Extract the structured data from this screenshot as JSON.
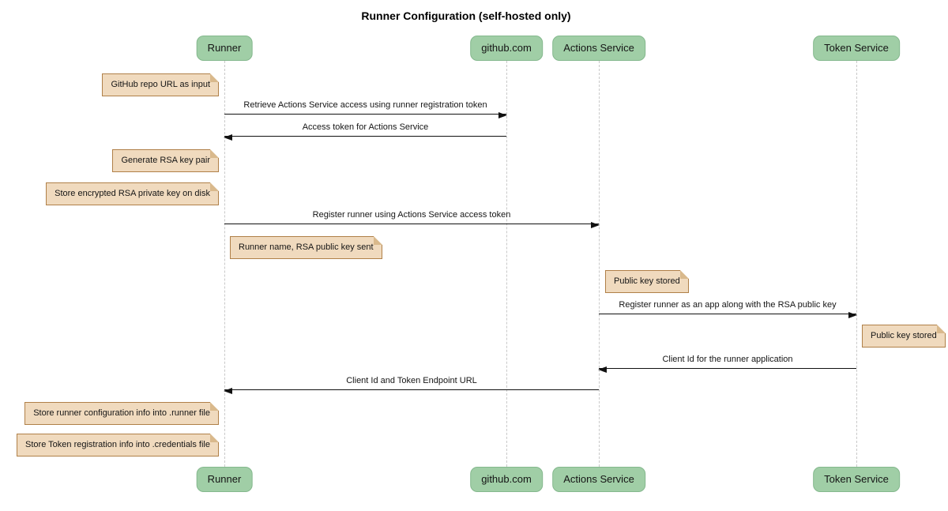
{
  "title": "Runner Configuration (self-hosted only)",
  "colors": {
    "participant_fill": "#A0CEA6",
    "participant_border": "#84B88D",
    "note_fill": "#F0DABE",
    "note_border": "#B08048",
    "note_fold": "#D9B98C",
    "lifeline": "#C9C9C9",
    "ink": "#111111"
  },
  "participants": [
    {
      "label": "Runner"
    },
    {
      "label": "github.com"
    },
    {
      "label": "Actions Service"
    },
    {
      "label": "Token Service"
    }
  ],
  "messages": [
    {
      "text": "Retrieve Actions Service access using runner registration token",
      "from": "Runner",
      "to": "github.com"
    },
    {
      "text": "Access token for Actions Service",
      "from": "github.com",
      "to": "Runner"
    },
    {
      "text": "Register runner using Actions Service access token",
      "from": "Runner",
      "to": "Actions Service"
    },
    {
      "text": "Register runner as an app along with the RSA public key",
      "from": "Actions Service",
      "to": "Token Service"
    },
    {
      "text": "Client Id for the runner application",
      "from": "Token Service",
      "to": "Actions Service"
    },
    {
      "text": "Client Id and Token Endpoint URL",
      "from": "Actions Service",
      "to": "Runner"
    }
  ],
  "notes": [
    {
      "text": "GitHub repo URL as input",
      "anchor": "left-of-runner"
    },
    {
      "text": "Generate RSA key pair",
      "anchor": "left-of-runner"
    },
    {
      "text": "Store encrypted RSA private key on disk",
      "anchor": "left-of-runner"
    },
    {
      "text": "Runner name, RSA public key sent",
      "anchor": "right-of-runner"
    },
    {
      "text": "Public key stored",
      "anchor": "right-of-actions-service"
    },
    {
      "text": "Public key stored",
      "anchor": "right-of-token-service"
    },
    {
      "text": "Store runner configuration info into .runner file",
      "anchor": "left-of-runner"
    },
    {
      "text": "Store Token registration info into .credentials file",
      "anchor": "left-of-runner"
    }
  ]
}
